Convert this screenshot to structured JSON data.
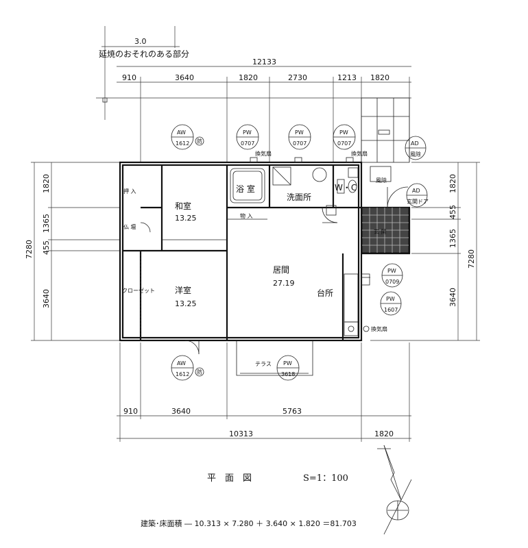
{
  "notes": {
    "fire_spread": "延焼のおそれのある部分",
    "fire_distance": "3.0"
  },
  "dimensions": {
    "top_total": "12133",
    "top_segments": [
      "910",
      "3640",
      "1820",
      "2730",
      "1213",
      "1820"
    ],
    "bottom_segments": [
      "910",
      "3640",
      "5763"
    ],
    "bottom_total": "10313",
    "bottom_right": "1820",
    "left_total": "7280",
    "left_segments": [
      "1820",
      "1365",
      "455",
      "3640"
    ],
    "right_total": "7280",
    "right_segments": [
      "1820",
      "455",
      "1365",
      "3640"
    ]
  },
  "rooms": {
    "washitsu": {
      "name": "和室",
      "area": "13.25"
    },
    "yoshitsu": {
      "name": "洋室",
      "area": "13.25"
    },
    "kyoma": {
      "name": "居間",
      "area": "27.19"
    },
    "daidokoro": {
      "name": "台所"
    },
    "yokushitsu": {
      "name": "浴  室"
    },
    "senmenjo": {
      "name": "洗面所"
    },
    "wc": {
      "name": "W・C"
    },
    "fuukai": {
      "name": "風除"
    },
    "genkan": {
      "name": "玄  関"
    },
    "oshiire": {
      "name": "押  入"
    },
    "butsudan": {
      "name": "仏  壇"
    },
    "closet": {
      "name": "クローゼット"
    },
    "monoire": {
      "name": "物  入"
    },
    "terrace": {
      "name": "テラス"
    }
  },
  "symbols": {
    "aw_top": {
      "top": "AW",
      "bottom": "1612",
      "mark": "防"
    },
    "pw_0707_a": {
      "top": "PW",
      "bottom": "0707"
    },
    "pw_0707_b": {
      "top": "PW",
      "bottom": "0707"
    },
    "pw_0707_c": {
      "top": "PW",
      "bottom": "0707"
    },
    "ad_fuukai": {
      "top": "AD",
      "bottom": "風除"
    },
    "ad_door": {
      "top": "AD",
      "bottom": "玄関ドア"
    },
    "pw_0709": {
      "top": "PW",
      "bottom": "0709"
    },
    "pw_1607": {
      "top": "PW",
      "bottom": "1607"
    },
    "aw_bottom": {
      "top": "AW",
      "bottom": "1612",
      "mark": "防"
    },
    "pw_terrace": {
      "top": "PW",
      "bottom": "3618"
    }
  },
  "labels": {
    "vent_1": "換気扇",
    "vent_2": "換気扇",
    "vent_3": "換気扇"
  },
  "title": {
    "name": "平　面　図",
    "scale": "S=1：100"
  },
  "footer": {
    "area_formula": "建築･床面積 ― 10.313 × 7.280 ＋ 3.640 × 1.820 ＝81.703"
  }
}
